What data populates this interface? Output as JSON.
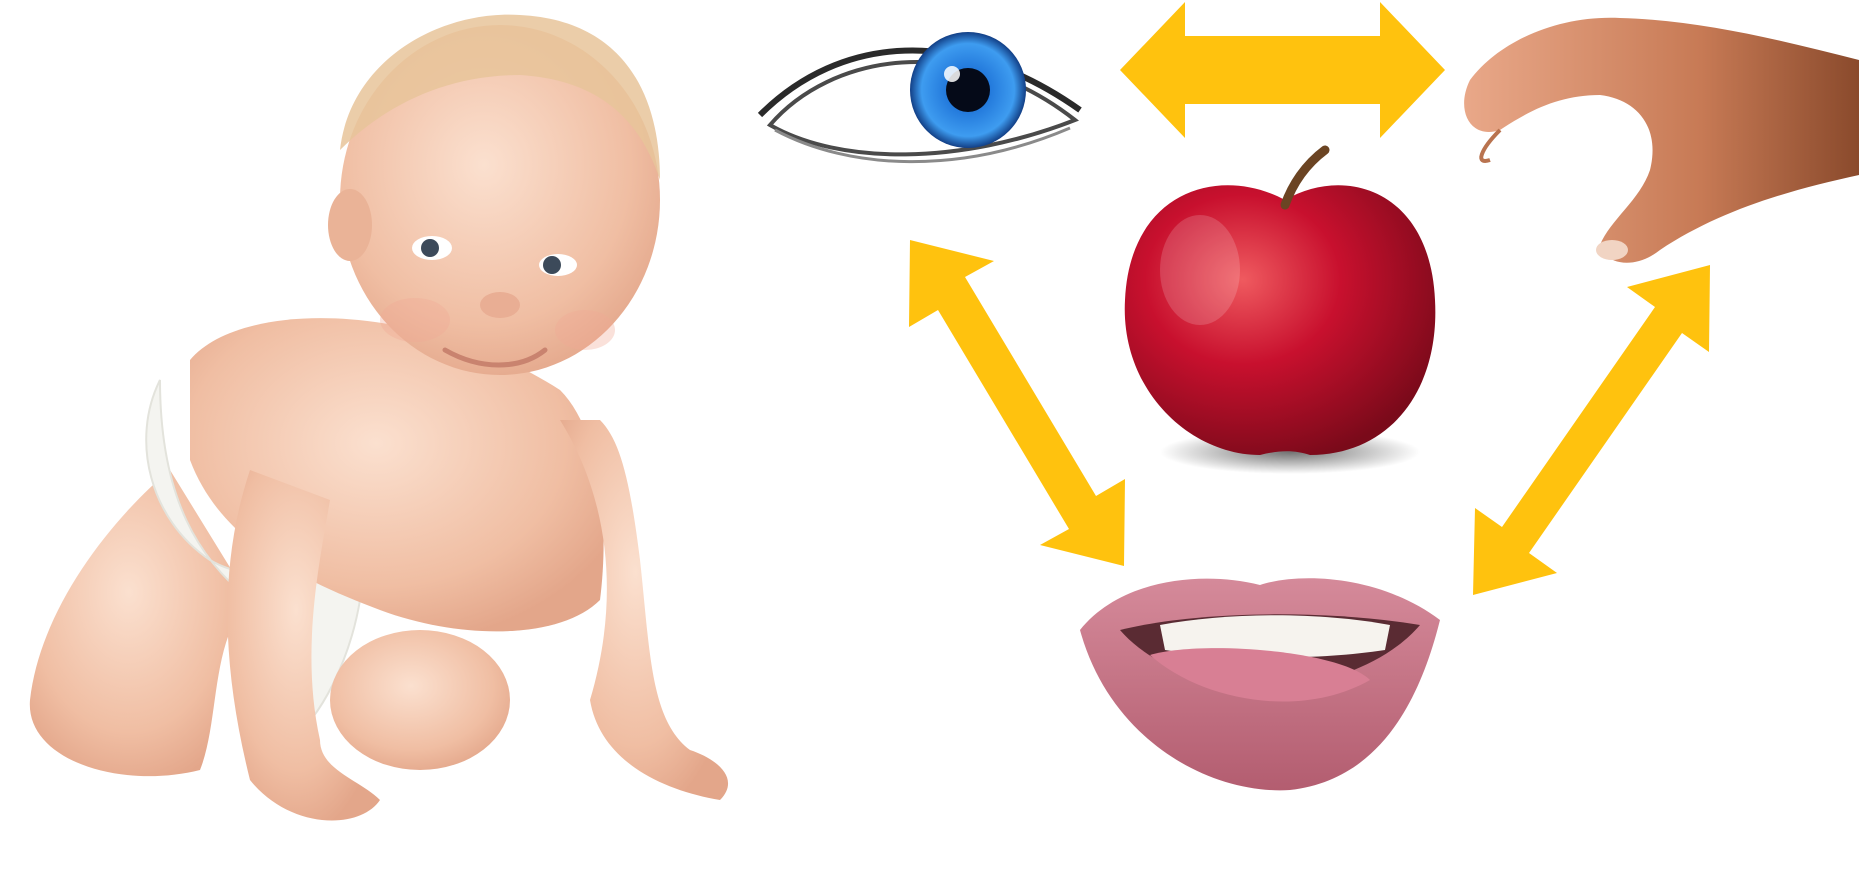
{
  "diagram": {
    "nodes": [
      {
        "id": "baby",
        "icon": "crawling-baby-illustration"
      },
      {
        "id": "eye",
        "icon": "blue-eye-illustration"
      },
      {
        "id": "hand",
        "icon": "reaching-hand-illustration"
      },
      {
        "id": "apple",
        "icon": "red-apple-illustration"
      },
      {
        "id": "mouth",
        "icon": "mouth-tongue-illustration"
      }
    ],
    "connections": [
      {
        "from": "eye",
        "to": "hand",
        "style": "double-headed"
      },
      {
        "from": "eye",
        "to": "mouth",
        "style": "double-headed"
      },
      {
        "from": "hand",
        "to": "mouth",
        "style": "double-headed"
      }
    ]
  },
  "colors": {
    "background": "#ffffff",
    "arrow": "#FFC20E",
    "skin": "#f3c7ad",
    "apple": "#c8102e",
    "iris": "#1e73d8",
    "lips": "#c97286"
  }
}
